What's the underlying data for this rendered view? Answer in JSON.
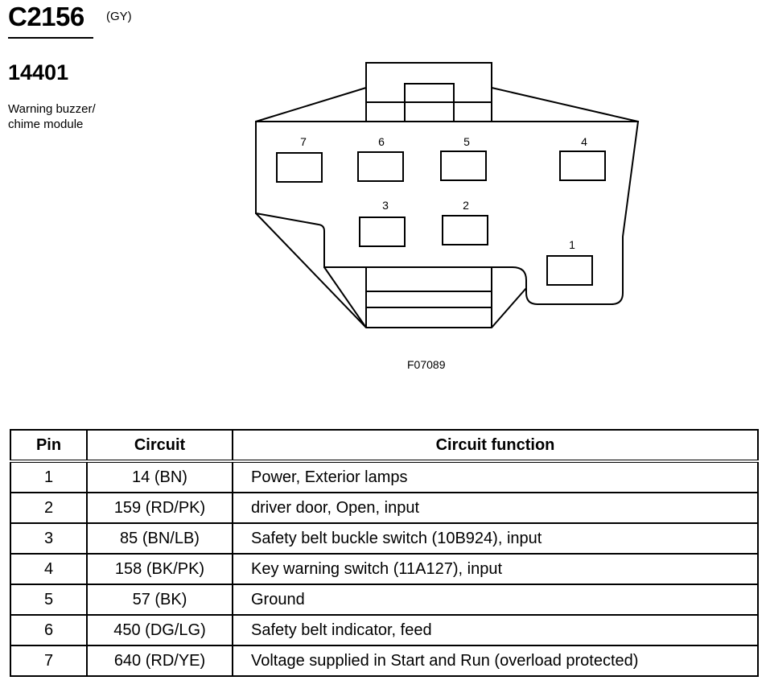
{
  "header": {
    "connector_id": "C2156",
    "color_code": "(GY)",
    "part_number": "14401",
    "description_lines": [
      "Warning buzzer/",
      "chime module"
    ]
  },
  "diagram": {
    "pin_labels": [
      "1",
      "2",
      "3",
      "4",
      "5",
      "6",
      "7"
    ],
    "figure_id": "F07089"
  },
  "table": {
    "headers": [
      "Pin",
      "Circuit",
      "Circuit function"
    ],
    "rows": [
      {
        "pin": "1",
        "circuit": "14 (BN)",
        "function": "Power, Exterior lamps"
      },
      {
        "pin": "2",
        "circuit": "159 (RD/PK)",
        "function": "driver door, Open, input"
      },
      {
        "pin": "3",
        "circuit": "85 (BN/LB)",
        "function": "Safety belt buckle switch (10B924), input"
      },
      {
        "pin": "4",
        "circuit": "158 (BK/PK)",
        "function": "Key warning switch (11A127), input"
      },
      {
        "pin": "5",
        "circuit": "57 (BK)",
        "function": "Ground"
      },
      {
        "pin": "6",
        "circuit": "450 (DG/LG)",
        "function": "Safety belt indicator, feed"
      },
      {
        "pin": "7",
        "circuit": "640 (RD/YE)",
        "function": "Voltage supplied in Start and Run (overload protected)"
      }
    ]
  }
}
